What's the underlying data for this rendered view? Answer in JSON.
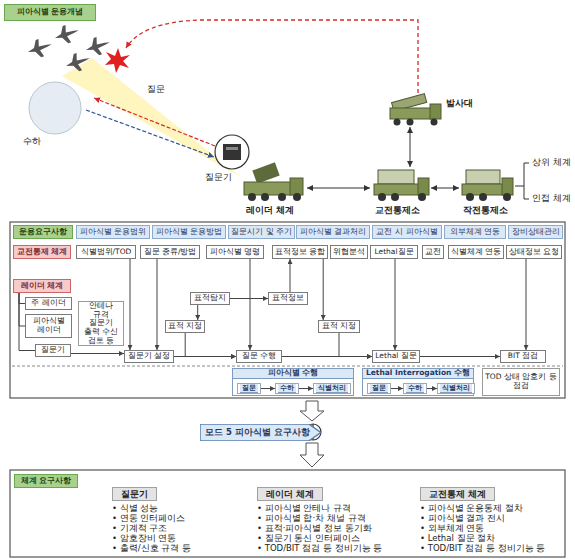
{
  "diagram": {
    "nodes": [
      {
        "text": [
          "피아식별 운용개념"
        ]
      },
      {
        "text": [
          "운용요구사항"
        ]
      },
      {
        "text": [
          "피아식별 운용범위"
        ]
      },
      {
        "text": [
          "피아식별 운용방법"
        ]
      },
      {
        "text": [
          "질문시기 및 주기"
        ]
      },
      {
        "text": [
          "피아식별 결과처리"
        ]
      },
      {
        "text": [
          "교전 시 피아식별"
        ]
      },
      {
        "text": [
          "외부체계 연동"
        ]
      },
      {
        "text": [
          "장비상태관리"
        ]
      },
      {
        "text": [
          "교전통제 체계"
        ]
      },
      {
        "text": [
          "식별범위/TOD"
        ]
      },
      {
        "text": [
          "질문 종류/방법"
        ]
      },
      {
        "text": [
          "피아식별 명령"
        ]
      },
      {
        "text": [
          "표적정보 융합"
        ]
      },
      {
        "text": [
          "위협분석"
        ]
      },
      {
        "text": [
          "Lethal질문"
        ]
      },
      {
        "text": [
          "교전"
        ]
      },
      {
        "text": [
          "식별체계 연동"
        ]
      },
      {
        "text": [
          "상태정보 요청"
        ]
      },
      {
        "text": [
          "레이더 체계"
        ]
      },
      {
        "text": [
          "주 레이더"
        ]
      },
      {
        "text": [
          "피아식별 레이더"
        ]
      },
      {
        "text": [
          "안테나 규격 질문기 출력 수신 검토 등"
        ]
      },
      {
        "text": [
          "질문기"
        ]
      },
      {
        "text": [
          "표적탐지"
        ]
      },
      {
        "text": [
          "표적정보"
        ]
      },
      {
        "text": [
          "표적 지정"
        ]
      },
      {
        "text": [
          "표적 지정"
        ]
      },
      {
        "text": [
          "질문기 설정"
        ]
      },
      {
        "text": [
          "질문 수행"
        ]
      },
      {
        "text": [
          "Lethal 질문"
        ]
      },
      {
        "text": [
          "BIT 점검"
        ]
      },
      {
        "text": [
          "피아식별 수행"
        ]
      },
      {
        "text": [
          "질문"
        ],
        "in": 32
      },
      {
        "text": [
          "수하"
        ],
        "in": 32
      },
      {
        "text": [
          "식별처리"
        ],
        "in": 32
      },
      {
        "text": [
          "Lethal Interrogation 수행"
        ]
      },
      {
        "text": [
          "질문"
        ],
        "in": 36
      },
      {
        "text": [
          "수하"
        ],
        "in": 36
      },
      {
        "text": [
          "식별처리"
        ],
        "in": 36
      },
      {
        "text": [
          "TOD 상태 암호키 등 점검"
        ]
      },
      {
        "text": [
          "모드 5 피아식별 요구사항"
        ]
      },
      {
        "text": [
          "체계 요구사항"
        ]
      },
      {
        "text": [
          "질문기",
          "• 식별 성능",
          "• 연동 인터페이스",
          "• 기계적 구조",
          "• 암호장비 연동",
          "• 출력/신호 규격 등"
        ]
      },
      {
        "text": [
          "레이더 체계",
          "• 피아식별 안테나 규격",
          "• 피아식별 합·차 채널 규격",
          "• 표적·피아식별 정보 동기화",
          "• 질문기 통신 인터페이스",
          "• TOD/BIT 점검 등 정비기능 등"
        ]
      },
      {
        "text": [
          "교전통제 체계",
          "• 피아식별 운용통제 절차",
          "• 피아식별 결과 전시",
          "• 외부체계 연동",
          "• Lethal 질문 절차",
          "• TOD/BIT 점검 등 정비기능 등"
        ]
      }
    ],
    "edges": [
      {
        "from": 10,
        "to": 28,
        "arrow": "to"
      },
      {
        "from": 11,
        "to": 28,
        "arrow": "to"
      },
      {
        "from": 12,
        "to": 29,
        "arrow": "to"
      },
      {
        "from": 24,
        "to": 25,
        "arrow": "to"
      },
      {
        "from": 25,
        "to": 13,
        "arrow": "to"
      },
      {
        "from": 24,
        "to": 26,
        "arrow": "to"
      },
      {
        "from": 26,
        "to": 29,
        "arrow": "to"
      },
      {
        "from": 13,
        "to": 27,
        "arrow": "to"
      },
      {
        "from": 27,
        "to": 30,
        "arrow": "to"
      },
      {
        "from": 15,
        "to": 30,
        "arrow": "to"
      },
      {
        "from": 18,
        "to": 31,
        "arrow": "to"
      },
      {
        "from": 23,
        "to": 28,
        "arrow": "to"
      },
      {
        "from": 28,
        "to": 29,
        "arrow": "to"
      },
      {
        "from": 29,
        "to": 30,
        "arrow": "to"
      },
      {
        "from": 30,
        "to": 31,
        "arrow": "to"
      },
      {
        "from": 19,
        "to": 20,
        "arrow": "none"
      },
      {
        "from": 19,
        "to": 21,
        "arrow": "none"
      },
      {
        "from": 19,
        "to": 23,
        "arrow": "none"
      },
      {
        "from": 33,
        "to": 34,
        "arrow": "to"
      },
      {
        "from": 34,
        "to": 35,
        "arrow": "to"
      },
      {
        "from": 37,
        "to": 38,
        "arrow": "to"
      },
      {
        "from": 38,
        "to": 39,
        "arrow": "to"
      }
    ],
    "labels": [
      "질문",
      "수하",
      "질문기",
      "레이더 체계",
      "발사대",
      "교전통제소",
      "작전통제소",
      "상위 체계",
      "인접 체계"
    ]
  }
}
